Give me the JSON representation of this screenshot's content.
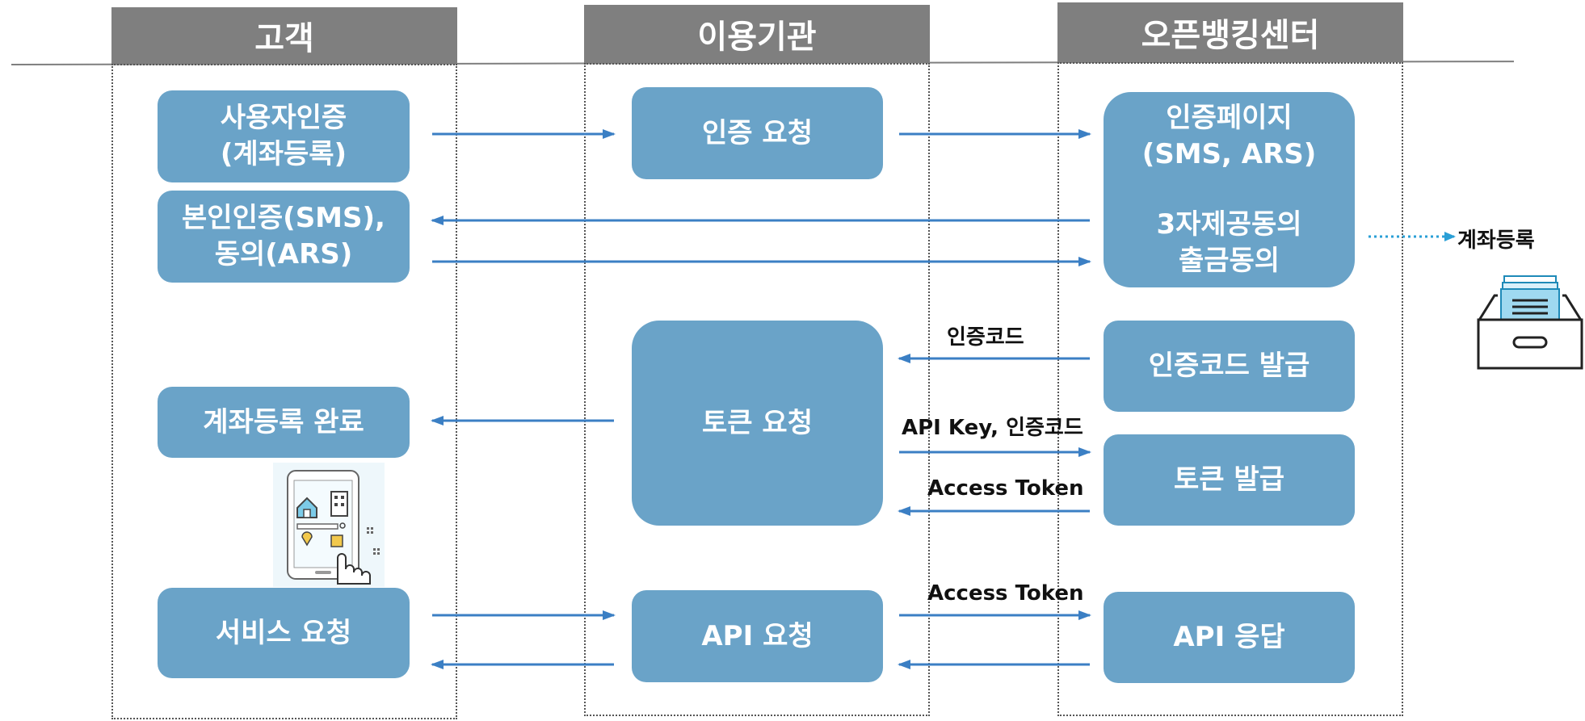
{
  "lanes": {
    "customer": "고객",
    "institution": "이용기관",
    "center": "오픈뱅킹센터"
  },
  "nodes": {
    "user_auth": "사용자인증\n(계좌등록)",
    "identity_consent": "본인인증(SMS),\n동의(ARS)",
    "account_reg_done": "계좌등록 완료",
    "service_request": "서비스 요청",
    "auth_request": "인증 요청",
    "token_request": "토큰 요청",
    "api_request": "API  요청",
    "auth_page_top": "인증페이지\n(SMS, ARS)",
    "auth_page_bottom": "3자제공동의\n출금동의",
    "auth_code_issue": "인증코드 발급",
    "token_issue": "토큰 발급",
    "api_response": "API 응답"
  },
  "labels": {
    "auth_code": "인증코드",
    "api_key_auth_code": "API Key, 인증코드",
    "access_token_1": "Access Token",
    "access_token_2": "Access Token",
    "account_registration": "계좌등록"
  },
  "icons": {
    "archive": "archive-box-icon",
    "tablet": "tablet-app-icon"
  },
  "colors": {
    "node": "#6aa3c8",
    "arrow": "#3b7fc4",
    "dotted_arrow": "#2a9fd6",
    "header": "#7f7f7f"
  }
}
